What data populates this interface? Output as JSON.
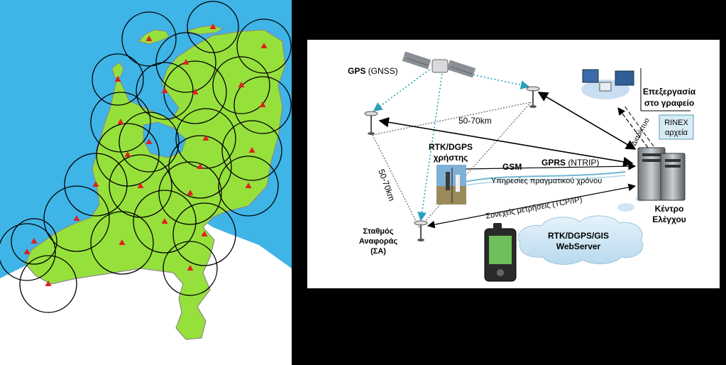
{
  "map": {
    "colors": {
      "sea": "#3fb4e6",
      "land": "#96e03c",
      "coast": "#8a8a8a",
      "circle": "#000000",
      "station": "#e02020",
      "background": "#ffffff"
    },
    "station_count": 27
  },
  "diagram": {
    "gps_label_bold": "GPS",
    "gps_label_rest": " (GNSS)",
    "distance_top": "50-70km",
    "distance_left": "50-70km",
    "user_title_line1": "RTK/DGPS",
    "user_title_line2": "χρήστης",
    "gsm_label": "GSM",
    "gprs_label_bold": "GPRS",
    "gprs_label_rest": " (NTRIP)",
    "realtime_services": "Υπηρεσίες πραγματικού χρόνου",
    "continuous_measurements": "Συνεχείς μετρήσεις (TCP/IP)",
    "reference_station_line1": "Σταθμός",
    "reference_station_line2": "Αναφοράς",
    "reference_station_line3": "(ΣΑ)",
    "office_processing_line1": "Επεξεργασία",
    "office_processing_line2": "στο γραφείο",
    "internet_label": "Διαδίκτυο",
    "rinex_line1": "RINEX",
    "rinex_line2": "αρχεία",
    "control_center_line1": "Κέντρο",
    "control_center_line2": "Ελέγχου",
    "webserver_line1": "RTK/DGPS/GIS",
    "webserver_line2": "WebServer",
    "colors": {
      "gps_link": "#2aa0b8",
      "cloud": "#cfe7f5",
      "rinex_box": "#d6ecf5"
    }
  }
}
